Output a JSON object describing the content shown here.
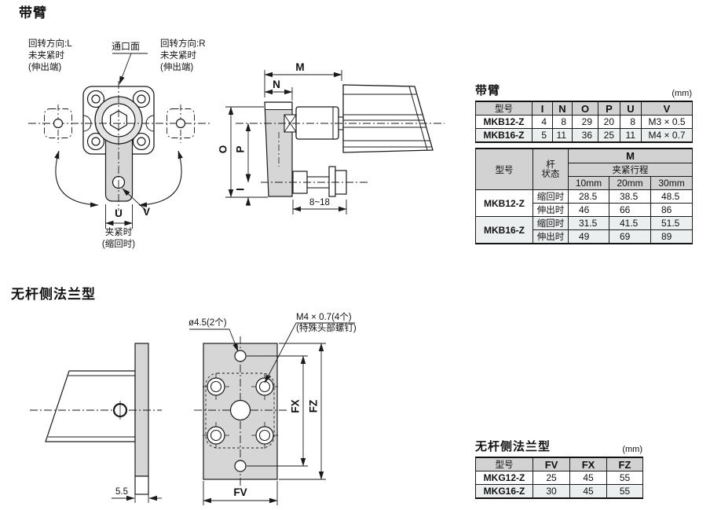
{
  "page": {
    "section1_title": "带臂",
    "section2_title": "无杆侧法兰型"
  },
  "drawing_front": {
    "rotation_left_1": "回转方向:L",
    "rotation_left_2": "未夹紧时",
    "rotation_left_3": "(伸出端)",
    "port_face": "通口面",
    "rotation_right_1": "回转方向:R",
    "rotation_right_2": "未夹紧时",
    "rotation_right_3": "(伸出端)",
    "clamped_1": "夹紧时",
    "clamped_2": "(缩回时)",
    "dim_u": "U",
    "dim_v": "V"
  },
  "drawing_side": {
    "dim_m": "M",
    "dim_n": "N",
    "dim_o": "O",
    "dim_p": "P",
    "dim_i": "I",
    "bolt_range": "8~18"
  },
  "drawing_flange_side": {
    "thickness": "5.5"
  },
  "drawing_flange_front": {
    "hole_label": "ø4.5(2个)",
    "thread_label": "M4 × 0.7(4个)",
    "thread_note": "(特殊头部螺钉)",
    "dim_fx": "FX",
    "dim_fz": "FZ",
    "dim_fv": "FV"
  },
  "table_arm": {
    "title": "带臂",
    "unit": "(mm)",
    "header": [
      "型号",
      "I",
      "N",
      "O",
      "P",
      "U",
      "V"
    ],
    "rows": [
      {
        "model": "MKB12-Z",
        "values": [
          "4",
          "8",
          "29",
          "20",
          "8",
          "M3 × 0.5"
        ]
      },
      {
        "model": "MKB16-Z",
        "values": [
          "5",
          "11",
          "36",
          "25",
          "11",
          "M4 × 0.7"
        ]
      }
    ]
  },
  "table_stroke": {
    "col_model": "型号",
    "col_rod_1": "杆",
    "col_rod_2": "状态",
    "span_m": "M",
    "span_stroke": "夹紧行程",
    "sizes": [
      "10mm",
      "20mm",
      "30mm"
    ],
    "rows": [
      {
        "model": "MKB12-Z",
        "state": "缩回时",
        "values": [
          "28.5",
          "38.5",
          "48.5"
        ]
      },
      {
        "state": "伸出时",
        "values": [
          "46",
          "66",
          "86"
        ]
      },
      {
        "model": "MKB16-Z",
        "state": "缩回时",
        "values": [
          "31.5",
          "41.5",
          "51.5"
        ]
      },
      {
        "state": "伸出时",
        "values": [
          "49",
          "69",
          "89"
        ]
      }
    ]
  },
  "table_flange": {
    "title": "无杆侧法兰型",
    "unit": "(mm)",
    "header": [
      "型号",
      "FV",
      "FX",
      "FZ"
    ],
    "rows": [
      {
        "model": "MKG12-Z",
        "values": [
          "25",
          "45",
          "55"
        ]
      },
      {
        "model": "MKG16-Z",
        "values": [
          "30",
          "45",
          "55"
        ]
      }
    ]
  },
  "colors": {
    "line": "#1a1a1a",
    "fill_grey": "#d6d6d6",
    "table_header": "#d2d2d2",
    "row_tint": "#ebeff0"
  }
}
